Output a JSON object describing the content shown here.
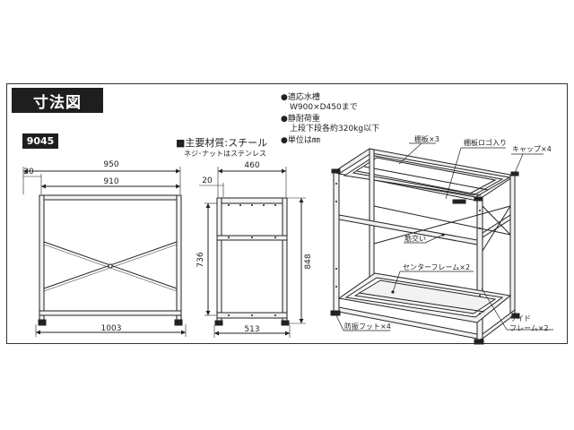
{
  "title": "寸法図",
  "model": "9045",
  "specs": [
    {
      "bullet": "●",
      "line1": "適応水槽",
      "line2": "W900×D450まで"
    },
    {
      "bullet": "●",
      "line1": "静耐荷重",
      "line2": "上段下段各約320kg以下"
    },
    {
      "bullet": "●",
      "line1": "単位は㎜",
      "line2": ""
    }
  ],
  "material": {
    "heading": "■主要材質:スチール",
    "sub": "ネジ･ナットはステンレス"
  },
  "dimensions": {
    "front_overall": "950",
    "front_inner": "910",
    "front_offset": "20",
    "front_base": "1003",
    "side_depth": "460",
    "side_offset": "20",
    "side_inner_height": "736",
    "side_height": "848",
    "side_base": "513"
  },
  "labels": {
    "shelf_board": "棚板×3",
    "shelf_logo": "棚板ロゴ入り",
    "cap": "キャップ×4",
    "brace": "筋交い",
    "center_frame": "センターフレーム×2",
    "anti_vib_foot": "防振フット×4",
    "side_frame_l1": "サイド",
    "side_frame_l2": "フレーム×2"
  },
  "colors": {
    "ink": "#222222",
    "box": "#1e1e1e",
    "steel": "#f2f2f2"
  }
}
